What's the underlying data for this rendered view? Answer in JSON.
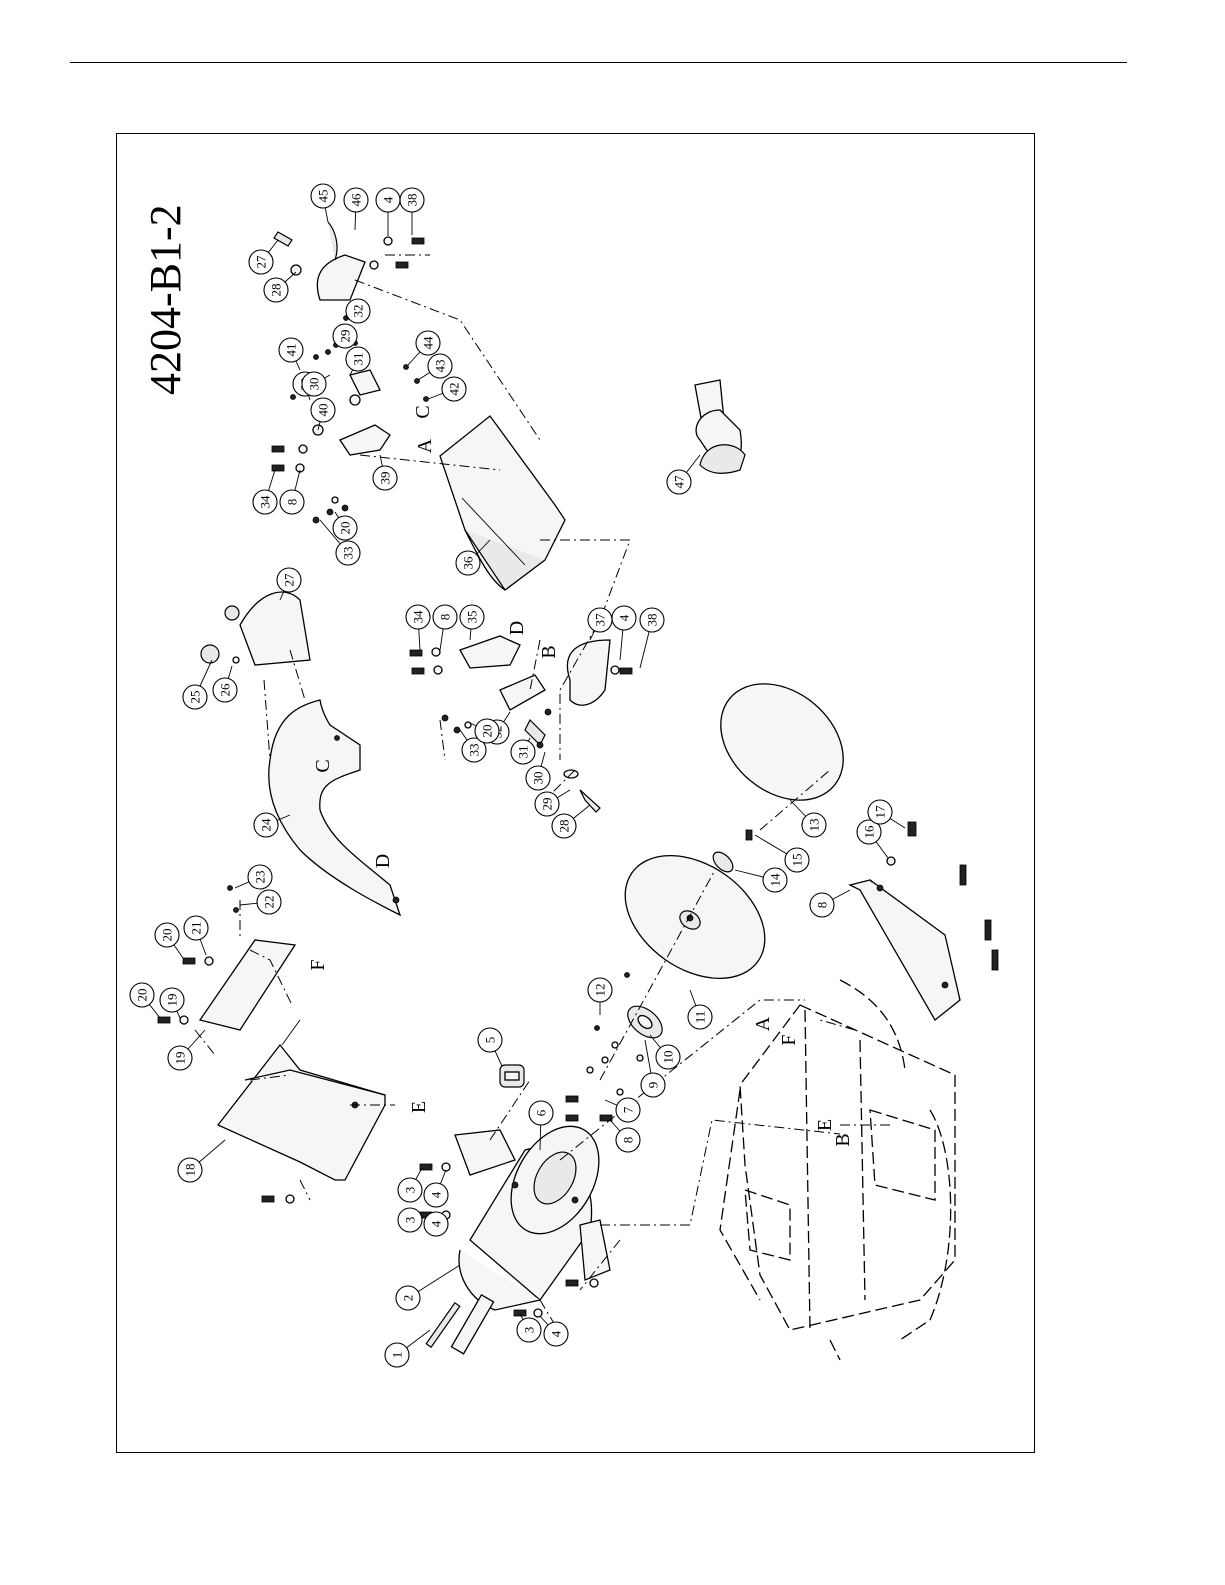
{
  "diagram": {
    "title": "4204-B1-2",
    "callouts": [
      "1",
      "2",
      "3",
      "4",
      "3",
      "4",
      "3",
      "4",
      "5",
      "6",
      "7",
      "8",
      "9",
      "10",
      "11",
      "12",
      "13",
      "14",
      "15",
      "8",
      "16",
      "17",
      "18",
      "19",
      "20",
      "19",
      "20",
      "21",
      "22",
      "23",
      "24",
      "25",
      "26",
      "27",
      "28",
      "29",
      "30",
      "31",
      "32",
      "33",
      "20",
      "34",
      "8",
      "35",
      "37",
      "4",
      "38",
      "36",
      "33",
      "20",
      "34",
      "8",
      "39",
      "40",
      "30",
      "41",
      "30",
      "31",
      "32",
      "29",
      "44",
      "43",
      "42",
      "27",
      "28",
      "45",
      "46",
      "4",
      "38",
      "47"
    ],
    "letters": [
      "A",
      "C",
      "C",
      "D",
      "D",
      "B",
      "E",
      "F",
      "A",
      "F",
      "E",
      "B"
    ]
  }
}
